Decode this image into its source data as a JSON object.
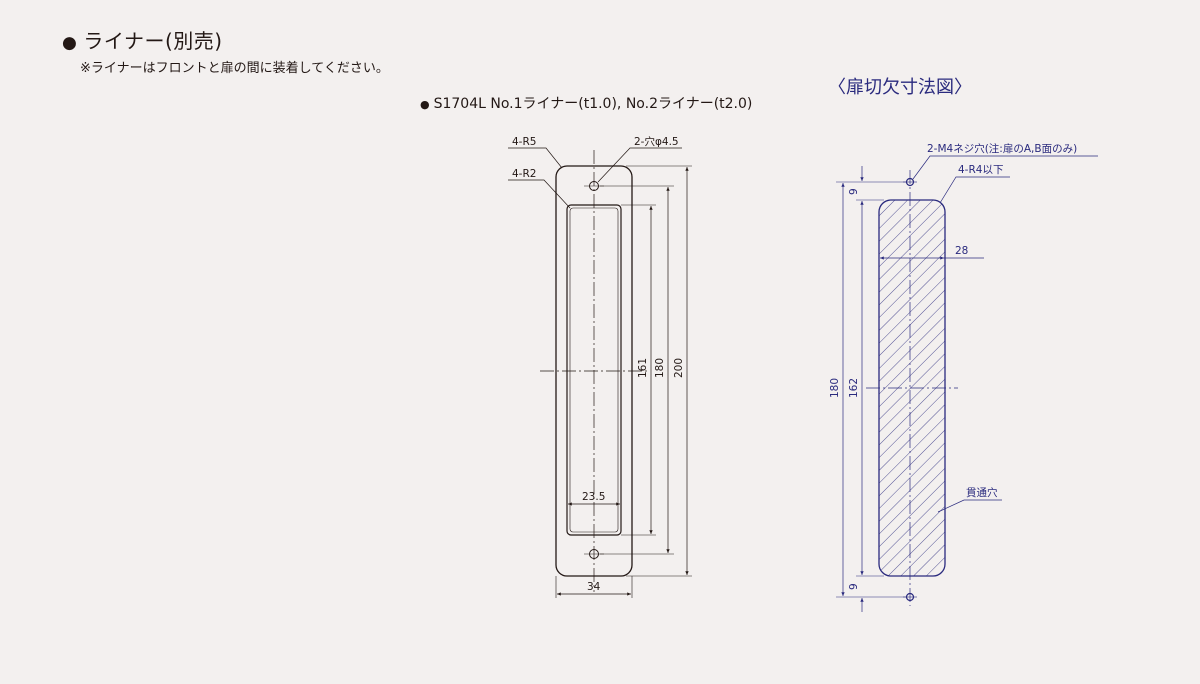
{
  "header": {
    "bullet": "●",
    "title": "ライナー(別売)",
    "note": "※ライナーはフロントと扉の間に装着してください。"
  },
  "liner": {
    "bullet": "●",
    "model_label": "S1704L  No.1ライナー(t1.0), No.2ライナー(t2.0)",
    "labels": {
      "corner_outer": "4-R5",
      "corner_inner": "4-R2",
      "holes": "2-穴φ4.5",
      "inner_width": "23.5",
      "outer_width": "34",
      "dim_161": "161",
      "dim_180": "180",
      "dim_200": "200"
    }
  },
  "cutout": {
    "title": "〈扉切欠寸法図〉",
    "labels": {
      "screw_holes": "2-M4ネジ穴(注:扉のA,B面のみ)",
      "corner": "4-R4以下",
      "width": "28",
      "through_hole": "貫通穴",
      "dim_180": "180",
      "dim_162": "162",
      "offset_top": "9",
      "offset_bottom": "9"
    }
  },
  "colors": {
    "liner_line": "#231815",
    "cutout_line": "#2a2a7e",
    "background": "#f3f0ef"
  }
}
